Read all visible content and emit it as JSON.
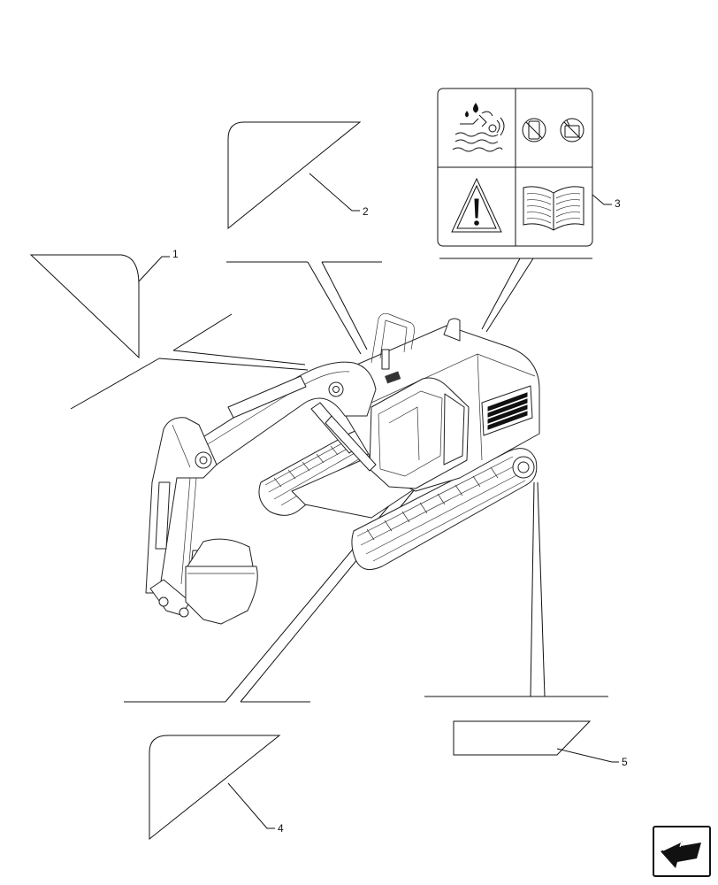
{
  "callouts": [
    {
      "number": "1"
    },
    {
      "number": "2"
    },
    {
      "number": "3"
    },
    {
      "number": "4"
    },
    {
      "number": "5"
    }
  ],
  "panel": {
    "icons": [
      "high-pressure-spray-icon",
      "no-phone-no-radio-icon",
      "warning-triangle-icon",
      "read-manual-icon"
    ]
  },
  "nav": {
    "icon": "next-page-arrow-icon"
  }
}
